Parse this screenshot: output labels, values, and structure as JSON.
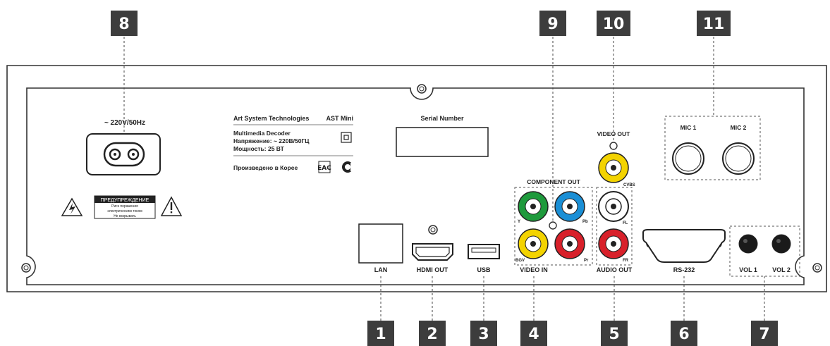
{
  "callouts": [
    "1",
    "2",
    "3",
    "4",
    "5",
    "6",
    "7",
    "8",
    "9",
    "10",
    "11"
  ],
  "power": {
    "label": "~ 220V/50Hz"
  },
  "info": {
    "company": "Art System Technologies",
    "model": "AST Mini",
    "line1": "Multimedia Decoder",
    "line2": "Напряжение: ~ 220В/50ГЦ",
    "line3": "Мощность: 25 ВТ",
    "made_in": "Произведено в Корее",
    "eac": "ЕАC"
  },
  "warning": {
    "title": "ПРЕДУПРЕЖДЕНИЕ",
    "line1": "Риск поражения",
    "line2": "электрическим током",
    "line3": "Не вскрывать"
  },
  "serial": {
    "label": "Serial Number"
  },
  "ports": {
    "lan": "LAN",
    "hdmi": "HDMI OUT",
    "usb": "USB",
    "video_in": "VIDEO IN",
    "component_out": "COMPONENT OUT",
    "video_out": "VIDEO OUT",
    "cvbs": "CVBS",
    "audio_out": "AUDIO OUT",
    "rs232": "RS-232",
    "mic1": "MIC 1",
    "mic2": "MIC 2",
    "vol1": "VOL 1",
    "vol2": "VOL 2",
    "y": "Y",
    "pb": "Pb",
    "pr": "Pr",
    "bgv": "BGV",
    "fl": "FL",
    "fr": "FR"
  },
  "colors": {
    "green": "#1e9a3c",
    "blue": "#1a8fd6",
    "red": "#d8202a",
    "yellow": "#f3d300",
    "white": "#ffffff",
    "callout": "#3d3d3d"
  }
}
